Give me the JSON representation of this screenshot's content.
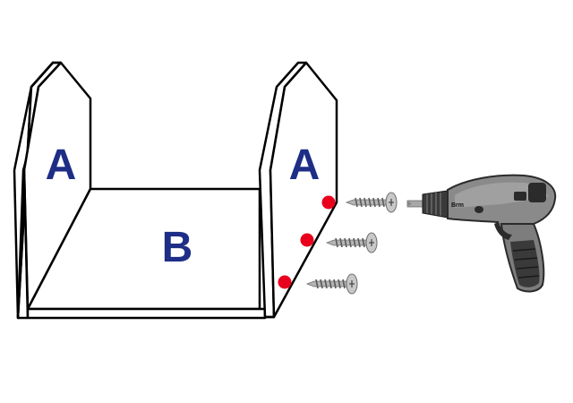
{
  "labels": {
    "left_side_board": "A",
    "right_side_board": "A",
    "bottom_board": "B"
  },
  "drill": {
    "brand": "Brm"
  },
  "screws": {
    "count": 3
  },
  "colors": {
    "outline": "#000000",
    "label": "#1e2e86",
    "marker": "#e8001c",
    "drill_body": "#8a8a8a",
    "drill_dark": "#2b2b2b",
    "screw": "#9a9a9a"
  },
  "icons": {
    "marker": "red-dot-icon",
    "screw": "screw-icon",
    "tool": "cordless-screwdriver-icon"
  }
}
